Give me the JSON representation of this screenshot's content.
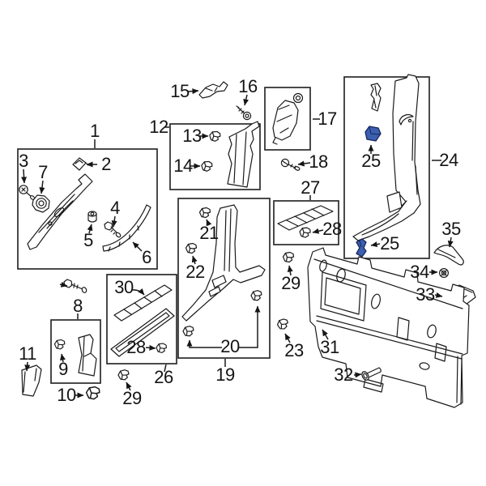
{
  "canvas": {
    "background": "#ffffff",
    "line_color": "#1a1a1a",
    "box_border_color": "#2a2a2a",
    "highlight_color": "#3c5fb0"
  },
  "labels": {
    "1": "1",
    "2": "2",
    "3": "3",
    "4": "4",
    "5": "5",
    "6": "6",
    "7": "7",
    "8": "8",
    "9": "9",
    "10": "10",
    "11": "11",
    "12": "12",
    "13": "13",
    "14": "14",
    "15": "15",
    "16": "16",
    "17": "17",
    "18": "18",
    "19": "19",
    "20": "20",
    "21": "21",
    "22": "22",
    "23": "23",
    "24": "24",
    "25": "25",
    "26": "26",
    "27": "27",
    "28": "28",
    "29": "29",
    "30": "30",
    "31": "31",
    "32": "32",
    "33": "33",
    "34": "34",
    "35": "35"
  },
  "highlighted_label": "25"
}
